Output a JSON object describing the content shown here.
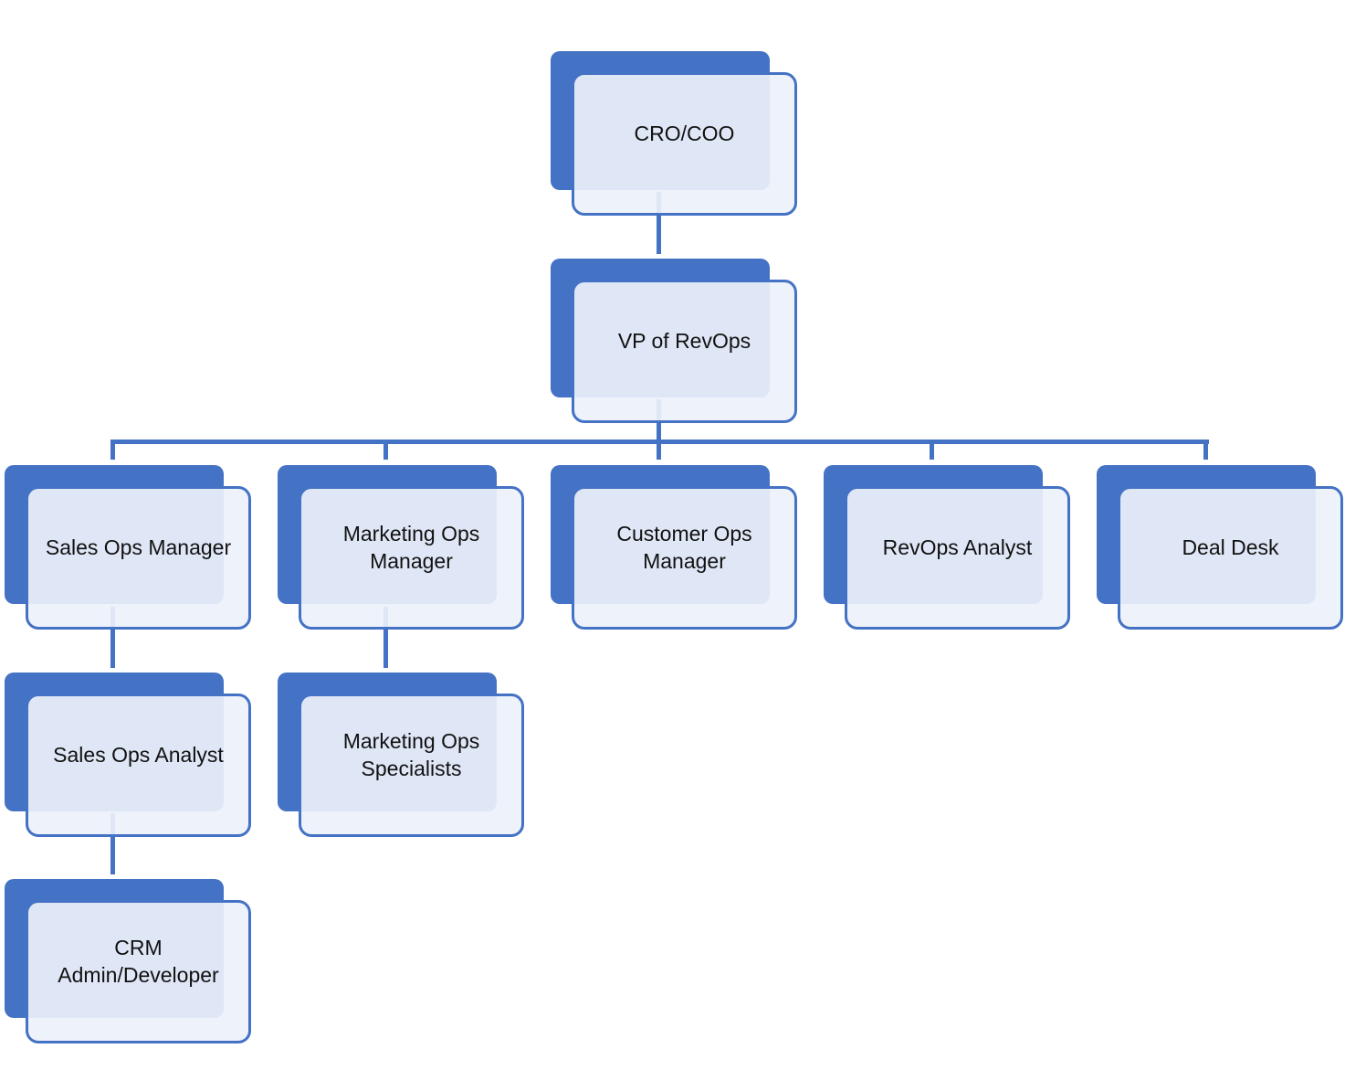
{
  "diagram": {
    "colors": {
      "accent": "#4472c4",
      "card_fill": "#edf1fa",
      "text": "#111111"
    },
    "nodes": {
      "cro": {
        "label": "CRO/COO"
      },
      "vp": {
        "label": "VP of RevOps"
      },
      "sales_ops_manager": {
        "label": "Sales Ops Manager"
      },
      "marketing_ops_manager": {
        "label": "Marketing Ops\nManager"
      },
      "customer_ops_manager": {
        "label": "Customer Ops\nManager"
      },
      "revops_analyst": {
        "label": "RevOps Analyst"
      },
      "deal_desk": {
        "label": "Deal Desk"
      },
      "sales_ops_analyst": {
        "label": "Sales Ops Analyst"
      },
      "marketing_ops_specialists": {
        "label": "Marketing Ops\nSpecialists"
      },
      "crm_admin": {
        "label": "CRM\nAdmin/Developer"
      }
    }
  }
}
